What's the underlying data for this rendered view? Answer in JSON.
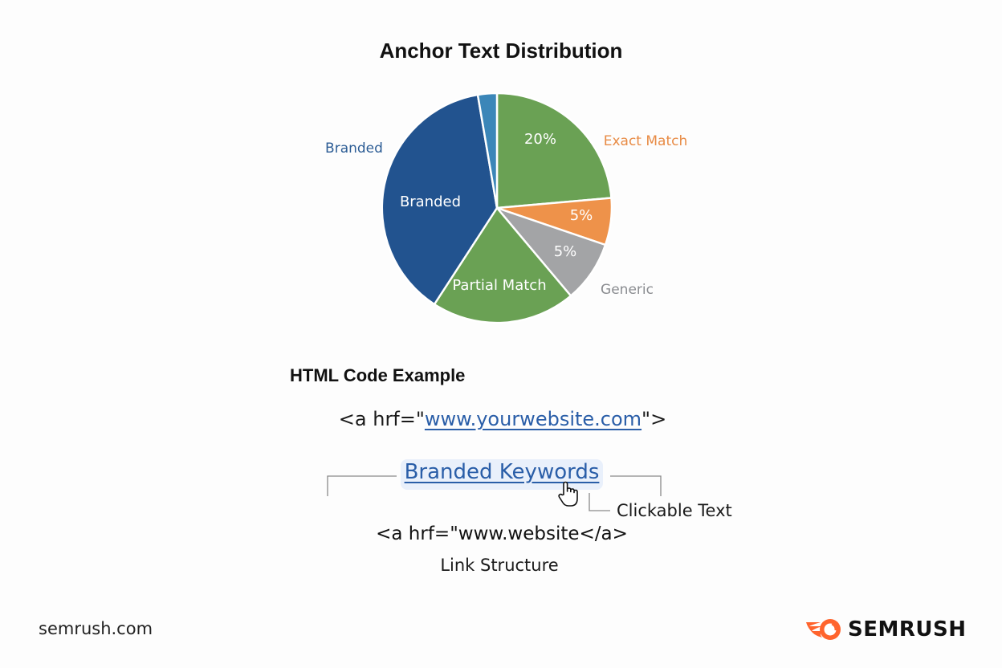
{
  "chart_data": {
    "type": "pie",
    "title": "Anchor Text Distribution",
    "slices": [
      {
        "name": "Exact Match (green)",
        "label": "20%",
        "value": 24,
        "color": "#6aa154"
      },
      {
        "name": "Exact Match",
        "label": "5%",
        "value": 6,
        "color": "#ee924a"
      },
      {
        "name": "Generic",
        "label": "5%",
        "value": 9,
        "color": "#a3a4a6"
      },
      {
        "name": "Partial Match",
        "label": "Partial Match",
        "value": 20,
        "color": "#6aa154"
      },
      {
        "name": "Branded",
        "label": "Branded",
        "value": 38,
        "color": "#22538f"
      },
      {
        "name": "Other",
        "label": "",
        "value": 3,
        "color": "#3b86b8"
      }
    ],
    "external_labels": [
      {
        "text": "Branded",
        "color": "#2d5d95"
      },
      {
        "text": "Exact Match",
        "color": "#e88b45"
      },
      {
        "text": "Generic",
        "color": "#8a8c90"
      }
    ]
  },
  "chart": {
    "title": "Anchor Text Distribution",
    "inner": {
      "green": "20%",
      "orange": "5%",
      "grey": "5%",
      "partial": "Partial Match",
      "branded": "Branded"
    },
    "outer": {
      "branded": "Branded",
      "exact": "Exact Match",
      "generic": "Generic"
    }
  },
  "code_section": {
    "title": "HTML Code Example",
    "line1_prefix": "<a hrf=\"",
    "line1_link": "www.yourwebsite.com",
    "line1_suffix": "\">",
    "anchor_text": "Branded Keywords",
    "callout": "Clickable Text",
    "line2": "<a hrf=\"www.website</a>",
    "caption": "Link Structure"
  },
  "footer": {
    "site": "semrush.com",
    "brand": "SEMRUSH",
    "brand_color": "#ff642d"
  }
}
